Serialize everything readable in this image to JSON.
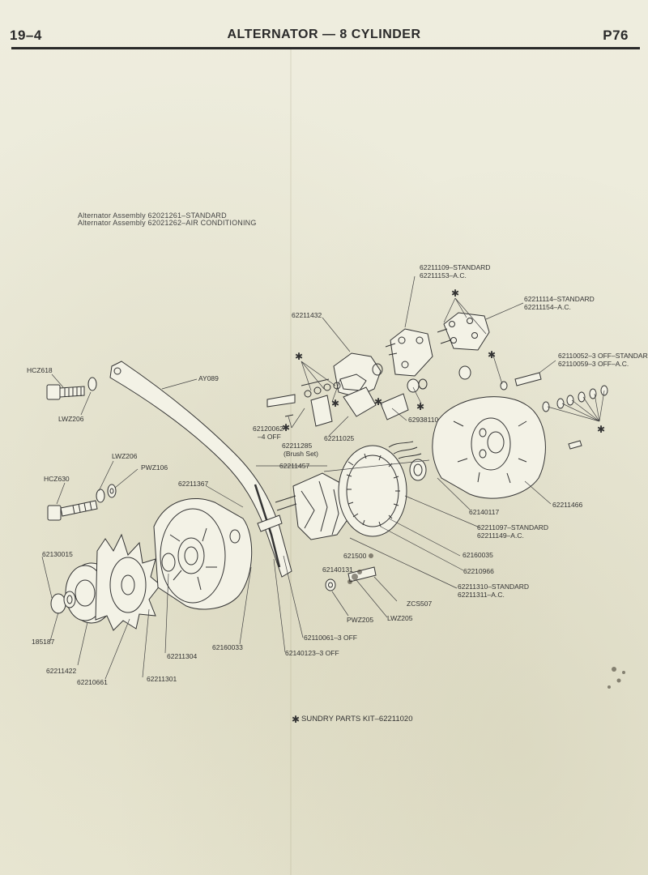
{
  "header": {
    "section": "19–4",
    "title": "ALTERNATOR — 8 CYLINDER",
    "page": "P76"
  },
  "assembly": {
    "line1": "Alternator Assembly 62021261–STANDARD",
    "line2": "Alternator Assembly 62021262–AIR CONDITIONING"
  },
  "callouts": {
    "hcz618": "HCZ618",
    "lwz206a": "LWZ206",
    "ayo89": "AY089",
    "lwz206b": "LWZ206",
    "pwz106": "PWZ106",
    "hcz630": "HCZ630",
    "p62211367": "62211367",
    "p62130015": "62130015",
    "p185187": "185187",
    "p62211422": "62211422",
    "p62210661": "62210661",
    "p62211301": "62211301",
    "p62211304": "62211304",
    "p62160033": "62160033",
    "p62110061": "62110061–3 OFF",
    "p62140123": "62140123–3 OFF",
    "p62211432": "62211432",
    "p62211109": "62211109–STANDARD",
    "p62211153": "62211153–A.C.",
    "p62211114": "62211114–STANDARD",
    "p62211154": "62211154–A.C.",
    "p62110052": "62110052–3 OFF–STANDARD",
    "p62110059": "62110059–3 OFF–A.C.",
    "p62120062a": "62120062",
    "p62120062b": "–4 OFF",
    "p62211285": "62211285",
    "brushset": "(Brush Set)",
    "p62211025": "62211025",
    "p62938110": "62938110",
    "p62211457": "62211457",
    "p62140117": "62140117",
    "p62211466": "62211466",
    "p62211097": "62211097–STANDARD",
    "p62211149": "62211149–A.C.",
    "p62160035": "62160035",
    "p62210966": "62210966",
    "p62211310": "62211310–STANDARD",
    "p62211311": "62211311–A.C.",
    "p62140131": "62140131",
    "p62150027": "621500",
    "zcs507": "ZCS507",
    "pwz205": "PWZ205",
    "lwz205": "LWZ205"
  },
  "marker": "✱",
  "footer": {
    "kit": "SUNDRY PARTS KIT–62211020"
  }
}
